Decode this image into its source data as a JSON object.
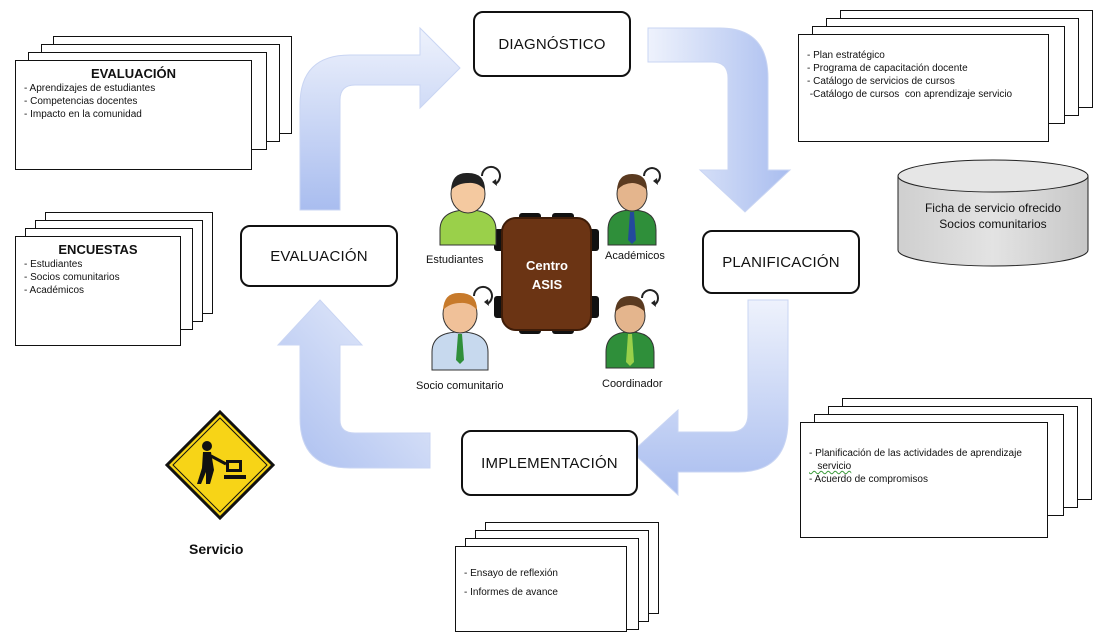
{
  "cycle": {
    "diagnostico": "DIAGNÓSTICO",
    "planificacion": "PLANIFICACIÓN",
    "implementacion": "IMPLEMENTACIÓN",
    "evaluacion": "EVALUACIÓN"
  },
  "center": {
    "line1": "Centro",
    "line2": "ASIS",
    "roles": {
      "estudiantes": "Estudiantes",
      "academicos": "Académicos",
      "socio": "Socio comunitario",
      "coordinador": "Coordinador"
    }
  },
  "documents": {
    "evaluacion": {
      "title": "EVALUACIÓN",
      "items": [
        "- Aprendizajes de estudiantes",
        "- Competencias docentes",
        "- Impacto en la comunidad"
      ]
    },
    "encuestas": {
      "title": "ENCUESTAS",
      "items": [
        "- Estudiantes",
        "- Socios comunitarios",
        "- Académicos"
      ]
    },
    "diagnostico": {
      "items": [
        "- Plan estratégico",
        "- Programa de capacitación docente",
        "- Catálogo de servicios de cursos",
        " -Catálogo de cursos  con aprendizaje servicio"
      ]
    },
    "planificacion": {
      "items": [
        "- Planificación de las actividades de aprendizaje",
        "   servicio",
        "- Acuerdo de compromisos"
      ]
    },
    "implementacion": {
      "items": [
        "- Ensayo de reflexión",
        "- Informes de avance"
      ]
    }
  },
  "database": {
    "line1": "Ficha de servicio ofrecido",
    "line2": "Socios comunitarios"
  },
  "servicio": "Servicio",
  "colors": {
    "arrow_light": "#eef2fc",
    "arrow_dark": "#a9bdef",
    "center_brown": "#6b3414",
    "db_gray": "#d7d7d7",
    "sign_yellow": "#f7d417",
    "shirt_green": "#2f8f3a",
    "shirt_light_green": "#9ad04a",
    "shirt_light_blue": "#c7d9ee"
  }
}
